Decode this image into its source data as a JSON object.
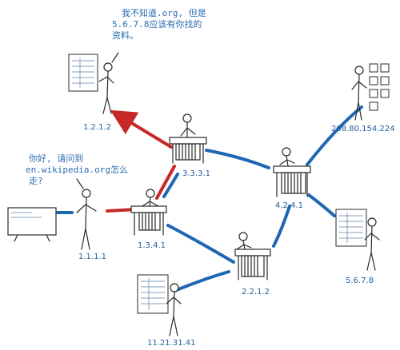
{
  "nodes": {
    "n_1_2_1_2": "1.2.1.2",
    "n_3_3_3_1": "3.3.3.1",
    "n_1_1_1_1": "1.1.1.1",
    "n_1_3_4_1": "1.3.4.1",
    "n_4_2_4_1": "4.2.4.1",
    "n_2_2_1_2": "2.2.1.2",
    "n_208": "208.80.154.224",
    "n_5_6_7_8": "5.6.7.8",
    "n_11_21": "11.21.31.41"
  },
  "speech": {
    "top": [
      "我不知道.org, 但是",
      "5.6.7.8应该有你找的",
      "资料。"
    ],
    "left": [
      "你好, 请问到",
      "en.wikipedia.org怎么",
      "走?"
    ]
  },
  "colors": {
    "link": "#1f66b3",
    "route": "#c62828",
    "label": "#1f5f9f"
  }
}
